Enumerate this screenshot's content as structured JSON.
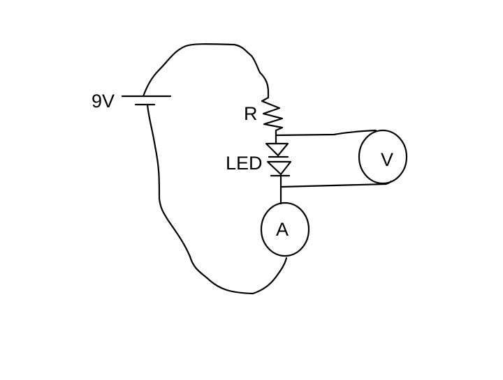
{
  "battery": {
    "label": "9V"
  },
  "resistor": {
    "label": "R"
  },
  "led": {
    "label": "LED"
  },
  "voltmeter": {
    "label": "V"
  },
  "ammeter": {
    "label": "A"
  },
  "colors": {
    "stroke": "#000000",
    "background": "#ffffff"
  }
}
